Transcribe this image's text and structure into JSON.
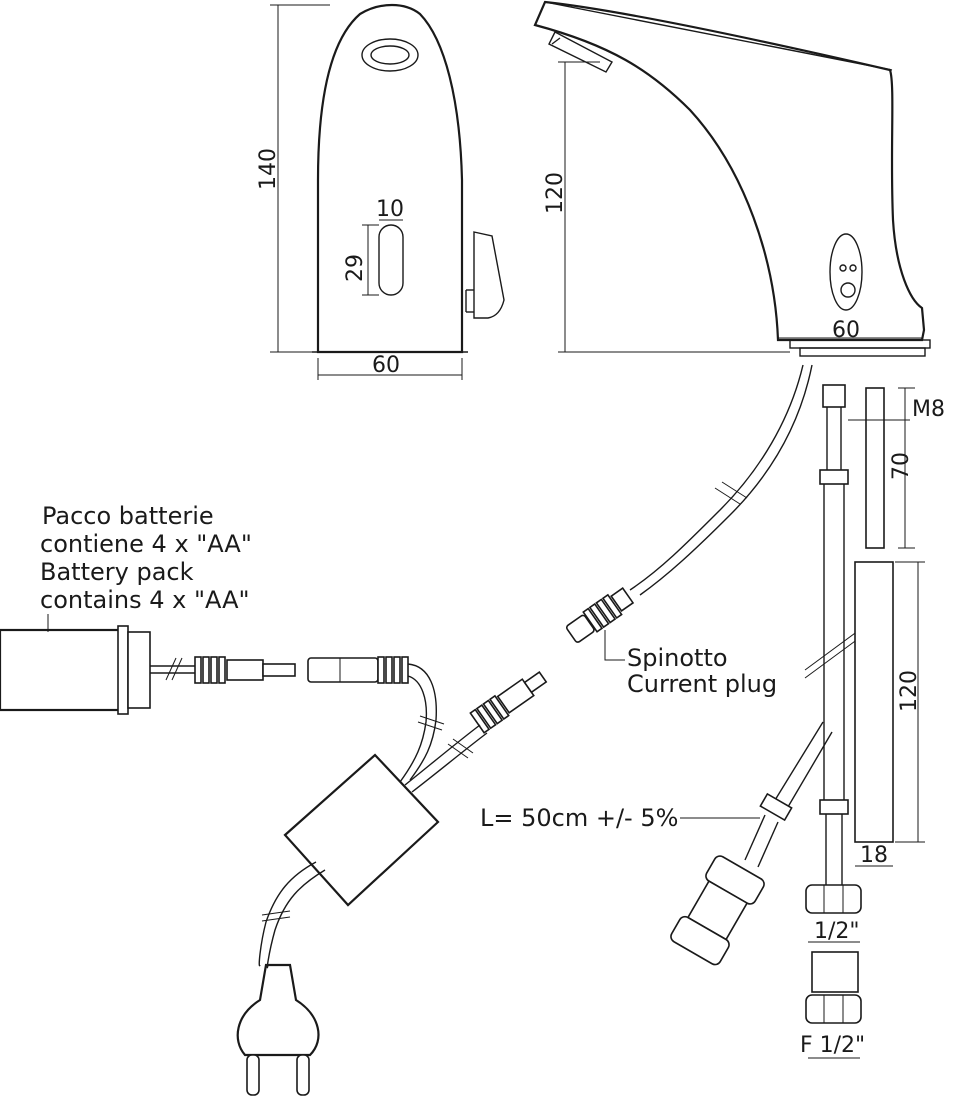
{
  "front_view": {
    "height_dim": "140",
    "width_dim": "60",
    "slot_width_dim": "10",
    "slot_height_dim": "29"
  },
  "side_view": {
    "height_dim": "120",
    "base_dim": "60"
  },
  "hoses": {
    "thread_dim": "M8",
    "top_length_dim": "70",
    "lower_length_dim": "120",
    "width_dim": "18",
    "connector_dim": "1/2\"",
    "female_dim": "F 1/2\"",
    "hose_length_label": "L= 50cm +/- 5%"
  },
  "battery_pack": {
    "label_it_line1": "Pacco batterie",
    "label_it_line2": "contiene 4 x \"AA\"",
    "label_en_line1": "Battery pack",
    "label_en_line2": "contains 4 x \"AA\""
  },
  "plug": {
    "label_it": "Spinotto",
    "label_en": "Current plug"
  },
  "colors": {
    "line": "#1a1a1a",
    "background": "#ffffff"
  }
}
